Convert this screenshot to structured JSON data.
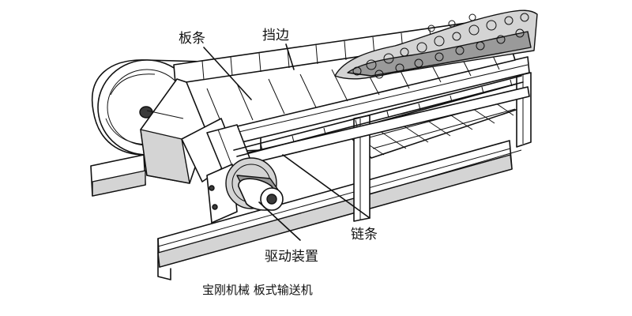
{
  "labels": {
    "plate": "板条",
    "baffle": "挡边",
    "chain": "链条",
    "drive": "驱动装置"
  },
  "caption": "宝刚机械 板式输送机"
}
